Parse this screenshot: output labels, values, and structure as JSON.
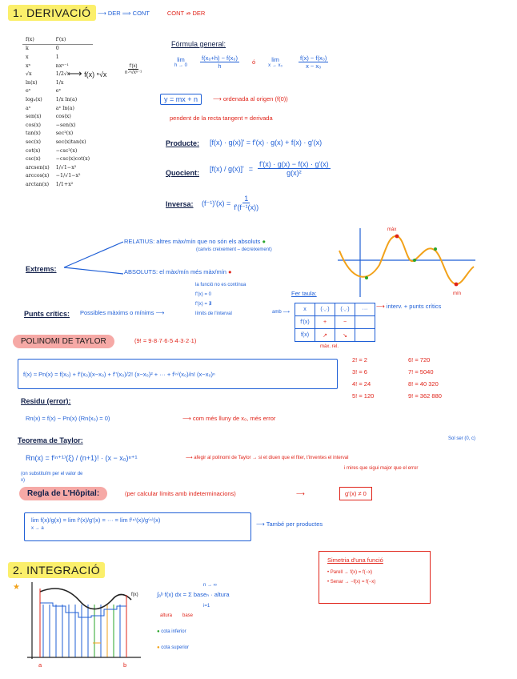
{
  "header": {
    "title": "1. DERIVACIÓ",
    "der_cont": "DER",
    "arrow_cont": "CONT",
    "cont": "CONT",
    "der2": "DER"
  },
  "table": {
    "headers": [
      "f(x)",
      "f'(x)"
    ],
    "rows": [
      [
        "k",
        "0"
      ],
      [
        "x",
        "1"
      ],
      [
        "xⁿ",
        "nxⁿ⁻¹"
      ],
      [
        "√x",
        "1/2√x"
      ],
      [
        "ln(x)",
        "1/x"
      ],
      [
        "eˣ",
        "eˣ"
      ],
      [
        "logₐ(x)",
        "1/x ln(a)"
      ],
      [
        "aˣ",
        "aˣ ln(a)"
      ],
      [
        "sen(x)",
        "cos(x)"
      ],
      [
        "cos(x)",
        "−sen(x)"
      ],
      [
        "tan(x)",
        "sec²(x)"
      ],
      [
        "sec(x)",
        "sec(x)tan(x)"
      ],
      [
        "cot(x)",
        "−csc²(x)"
      ],
      [
        "csc(x)",
        "−csc(x)cot(x)"
      ],
      [
        "arcsen(x)",
        "1/√1−x²"
      ],
      [
        "arccos(x)",
        "−1/√1−x²"
      ],
      [
        "arctan(x)",
        "1/1+x²"
      ]
    ],
    "side_note_left": "ⁿ√x",
    "side_note_fx": "f(x)",
    "side_note_num": "f'(x)",
    "side_note_den": "n·ⁿ√xⁿ⁻¹"
  },
  "formula_general": {
    "label": "Fórmula general:",
    "lim1_top": "lim",
    "lim1_sub": "h → 0",
    "lim1_num": "f(x₀+h) − f(x₀)",
    "lim1_den": "h",
    "or": "ó",
    "lim2_top": "lim",
    "lim2_sub": "x → x₀",
    "lim2_num": "f(x) − f(x₀)",
    "lim2_den": "x − x₀"
  },
  "linear": {
    "eq": "y = mx + n",
    "ordenada": "ordenada al origen (f(0))",
    "pendent": "pendent de la recta tangent = derivada"
  },
  "rules": {
    "product_label": "Producte:",
    "product_eq": "[f(x) · g(x)]' = f'(x) · g(x) + f(x) · g'(x)",
    "quotient_label": "Quocient:",
    "quotient_lhs": "[f(x) / g(x)]'",
    "quotient_num": "f'(x) · g(x) − f(x) · g'(x)",
    "quotient_den": "g(x)²",
    "inverse_label": "Inversa:",
    "inverse_lhs": "(f⁻¹)'(x) =",
    "inverse_num": "1",
    "inverse_den": "f'(f⁻¹(x))"
  },
  "extrems": {
    "label": "Extrems:",
    "relatius": "RELATIUS: altres màx/mín que no són els absoluts",
    "relatius_note": "(canvis creixement – decreixement)",
    "absoluts": "ABSOLUTS: el màx/mín més màx/mín",
    "graph_max": "màx",
    "graph_min": "mín"
  },
  "punts_critics": {
    "label": "Punts crítics:",
    "desc": "Possibles màxims o mínims",
    "notes": [
      "la funció no es contínua",
      "f'(x) = 0",
      "f'(x) = ∄",
      "límits de l'interval"
    ],
    "fer_taula": "Fer taula:",
    "amb": "amb",
    "table_row_labels": [
      "x",
      "f'(x)",
      "f(x)"
    ],
    "table_cols": [
      "(·,·)",
      "(·,·)",
      "···"
    ],
    "plus": "+",
    "minus": "−",
    "max_rel": "màx. rel.",
    "right_note": "interv. + punts crítics"
  },
  "taylor": {
    "title": "POLINOMI DE TAYLOR",
    "factorial_note": "(9! = 9·8·7·6·5·4·3·2·1)",
    "formula": "f(x) ≈ Pn(x) = f(x₀) + f'(x₀)(x−x₀) + f''(x₀)/2! (x−x₀)² + ··· + f⁽ⁿ⁾(x₀)/n! (x−x₀)ⁿ",
    "factorials_left": [
      "2! = 2",
      "3! = 6",
      "4! = 24",
      "5! = 120"
    ],
    "factorials_right": [
      "6! = 720",
      "7! = 5040",
      "8! = 40 320",
      "9! = 362 880"
    ],
    "residu_label": "Residu (error):",
    "residu_eq": "Rn(x) = f(x) − Pn(x)    (Rn(x₀) = 0)",
    "residu_note": "com més lluny de x₀, més error",
    "teorema_label": "Teorema de Taylor:",
    "teorema_eq": "Rn(x) = f⁽ⁿ⁺¹⁾(ξ) / (n+1)! · (x − x₀)ⁿ⁺¹",
    "teorema_sub": "(on substituïm per el valor de x)",
    "teorema_note": "afegir al polinomi de Taylor → si et diuen que el fiter, t'inventes el interval",
    "teorema_note2": "i mires que sigui major que el error",
    "sol_note": "Sol ser (0, c)"
  },
  "lhopital": {
    "title": "Regla de L'Hôpital:",
    "desc": "(per calcular límits amb indeterminacions)",
    "cond": "g'(x) ≠ 0",
    "eq": "lim f(x)/g(x) = lim f'(x)/g'(x) = ··· = lim f⁽ⁿ⁾(x)/g⁽ⁿ⁾(x)",
    "sub": "x → a",
    "tambe": "També per productes"
  },
  "integracio": {
    "title": "2. INTEGRACIÓ",
    "fx": "f(x)",
    "integral": "∫ₐᵇ f(x) dx = Σ baseₙ · altura",
    "sum_top": "n → ∞",
    "sum_bot": "i=1",
    "altura": "altura",
    "base": "base",
    "cota_inf": "cota inferior",
    "cota_sup": "cota superior",
    "a": "a",
    "b": "b"
  },
  "simetria": {
    "title": "Simetria d'una funció",
    "parell": "• Parell → f(x) = f(−x)",
    "senar": "• Senar → −f(x) = f(−x)"
  },
  "colors": {
    "blue": "#1f5fd6",
    "red": "#e0241a",
    "green": "#2aa52a",
    "yellow": "#fbef6b",
    "pink": "#f6a9a6"
  }
}
